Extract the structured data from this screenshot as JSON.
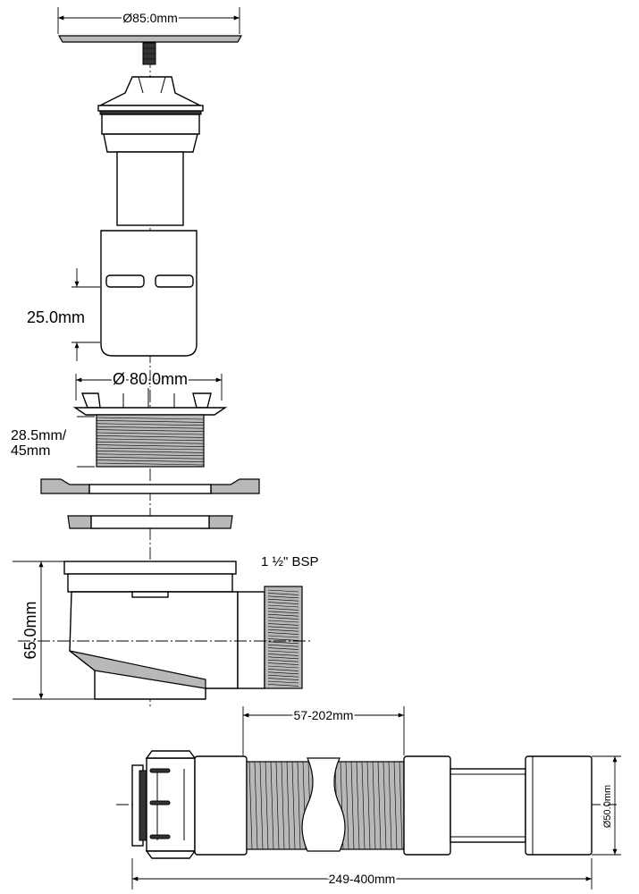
{
  "dimensions": {
    "cap_diameter": "Ø85.0mm",
    "slot_height": "25.0mm",
    "flange_diameter": "Ø 80.0mm",
    "thread_length_line1": "28.5mm/",
    "thread_length_line2": "45mm",
    "thread_spec": "1 ½\" BSP",
    "trap_height": "65.0mm",
    "hose_extension": "57-202mm",
    "hose_diameter": "Ø50.0mm",
    "total_length": "249-400mm"
  }
}
